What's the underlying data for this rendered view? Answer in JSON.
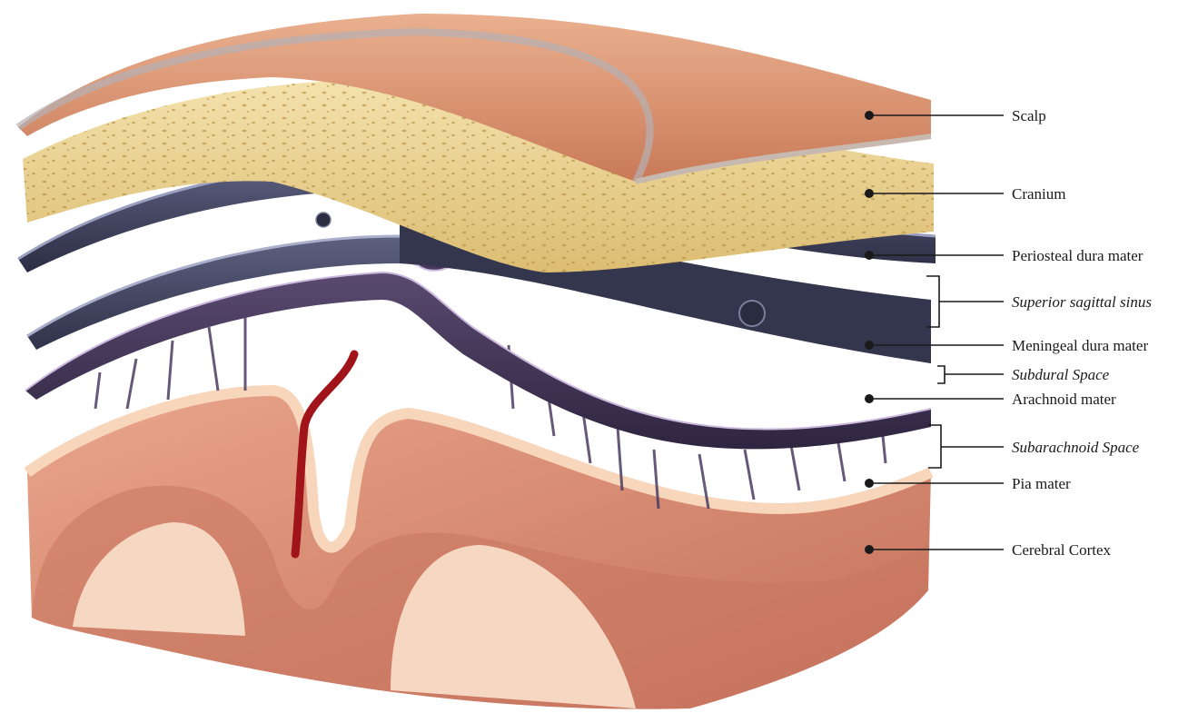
{
  "labels": {
    "scalp": "Scalp",
    "cranium": "Cranium",
    "periosteal_dura": "Periosteal dura mater",
    "superior_sagittal_sinus": "Superior sagittal sinus",
    "meningeal_dura": "Meningeal dura mater",
    "subdural_space": "Subdural Space",
    "arachnoid": "Arachnoid mater",
    "subarachnoid_space": "Subarachnoid Space",
    "pia": "Pia mater",
    "cerebral_cortex": "Cerebral Cortex"
  },
  "colors": {
    "scalp": "#d98f6f",
    "cranium": "#ecd495",
    "dura": "#3c3f58",
    "arachnoid": "#4a3a5e",
    "pia": "#f3c9a8",
    "cortex": "#d98a72",
    "white_matter": "#f6d8c2",
    "vessel": "#a0141a"
  }
}
